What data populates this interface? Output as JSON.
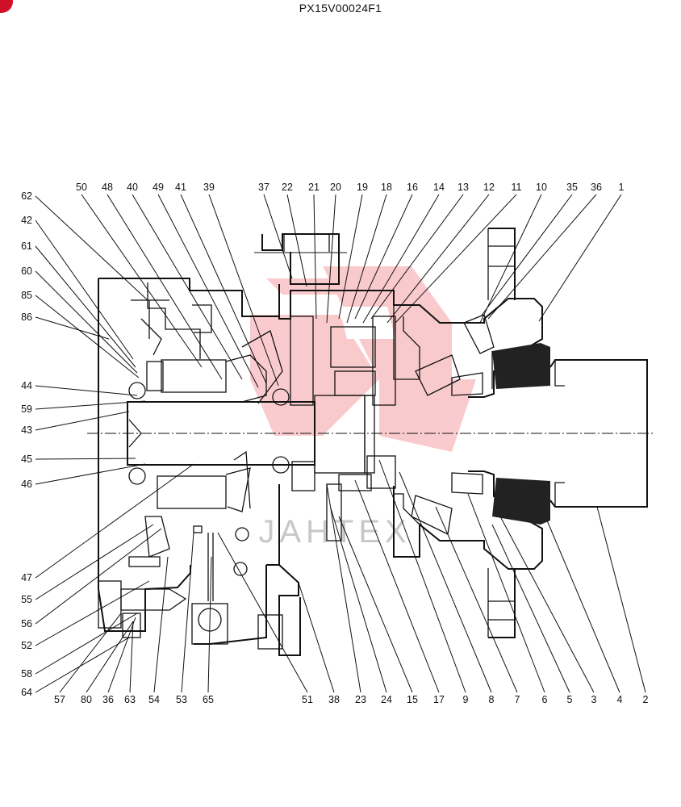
{
  "document": {
    "title": "PX15V00024F1"
  },
  "watermark": {
    "text": "JAHTEX",
    "color": "#e8141e"
  },
  "colors": {
    "line": "#111111",
    "corner_mark": "#d0102a"
  },
  "callouts": {
    "top": [
      "50",
      "48",
      "40",
      "49",
      "41",
      "39",
      "37",
      "22",
      "21",
      "20",
      "19",
      "18",
      "16",
      "14",
      "13",
      "12",
      "11",
      "10",
      "35",
      "36",
      "1"
    ],
    "left": [
      "62",
      "42",
      "61",
      "60",
      "85",
      "86",
      "44",
      "59",
      "43",
      "45",
      "46",
      "47",
      "55",
      "56",
      "52",
      "58",
      "64"
    ],
    "bottom": [
      "57",
      "80",
      "36",
      "63",
      "54",
      "53",
      "65",
      "51",
      "38",
      "23",
      "24",
      "15",
      "17",
      "9",
      "8",
      "7",
      "6",
      "5",
      "3",
      "4",
      "2"
    ]
  }
}
